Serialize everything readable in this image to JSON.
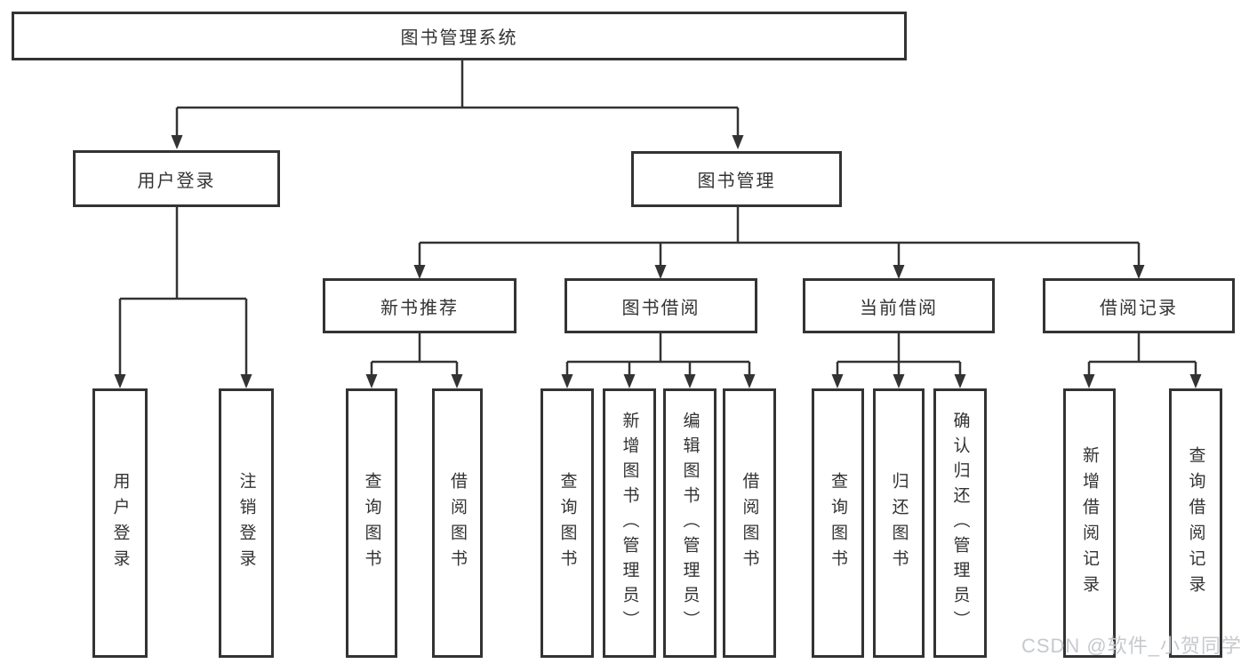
{
  "diagram": {
    "tree": {
      "root": {
        "label": "图书管理系统",
        "children": [
          {
            "label": "用户登录",
            "children": [
              {
                "label": "用户登录"
              },
              {
                "label": "注销登录"
              }
            ]
          },
          {
            "label": "图书管理",
            "children": [
              {
                "label": "新书推荐",
                "children": [
                  {
                    "label": "查询图书"
                  },
                  {
                    "label": "借阅图书"
                  }
                ]
              },
              {
                "label": "图书借阅",
                "children": [
                  {
                    "label": "查询图书"
                  },
                  {
                    "label": "新增图书（管理员）"
                  },
                  {
                    "label": "编辑图书（管理员）"
                  },
                  {
                    "label": "借阅图书"
                  }
                ]
              },
              {
                "label": "当前借阅",
                "children": [
                  {
                    "label": "查询图书"
                  },
                  {
                    "label": "归还图书"
                  },
                  {
                    "label": "确认归还（管理员）"
                  }
                ]
              },
              {
                "label": "借阅记录",
                "children": [
                  {
                    "label": "新增借阅记录"
                  },
                  {
                    "label": "查询借阅记录"
                  }
                ]
              }
            ]
          }
        ]
      }
    },
    "colors": {
      "line": "#333333",
      "box_border": "#333333",
      "box_background": "#ffffff",
      "text": "#333333",
      "watermark": "#c6c9ce"
    }
  },
  "watermark": {
    "text": "CSDN @软件_小贺同学"
  }
}
